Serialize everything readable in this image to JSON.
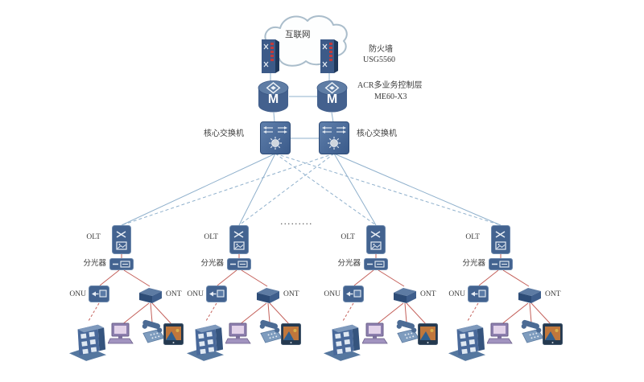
{
  "top": {
    "cloud_label": "互联网",
    "router_letter": "M",
    "firewall": {
      "label": "防火墙",
      "model": "USG5560"
    },
    "bras": {
      "label": "ACR多业务控制层",
      "model": "ME60-X3"
    },
    "core_switch_left": "核心交换机",
    "core_switch_right": "核心交换机",
    "ellipsis": "·········"
  },
  "branches": [
    {
      "olt": "OLT",
      "splitter": "分光器",
      "onu": "ONU",
      "ont": "ONT"
    },
    {
      "olt": "OLT",
      "splitter": "分光器",
      "onu": "ONU",
      "ont": "ONT"
    },
    {
      "olt": "OLT",
      "splitter": "分光器",
      "onu": "ONU",
      "ont": "ONT"
    },
    {
      "olt": "OLT",
      "splitter": "分光器",
      "onu": "ONU",
      "ont": "ONT"
    }
  ],
  "colors": {
    "device_blue": "#436390",
    "device_dark": "#2d4c77",
    "device_light": "#5f7da5",
    "line_blue": "#8fb0cc",
    "line_red": "#c4605a"
  }
}
